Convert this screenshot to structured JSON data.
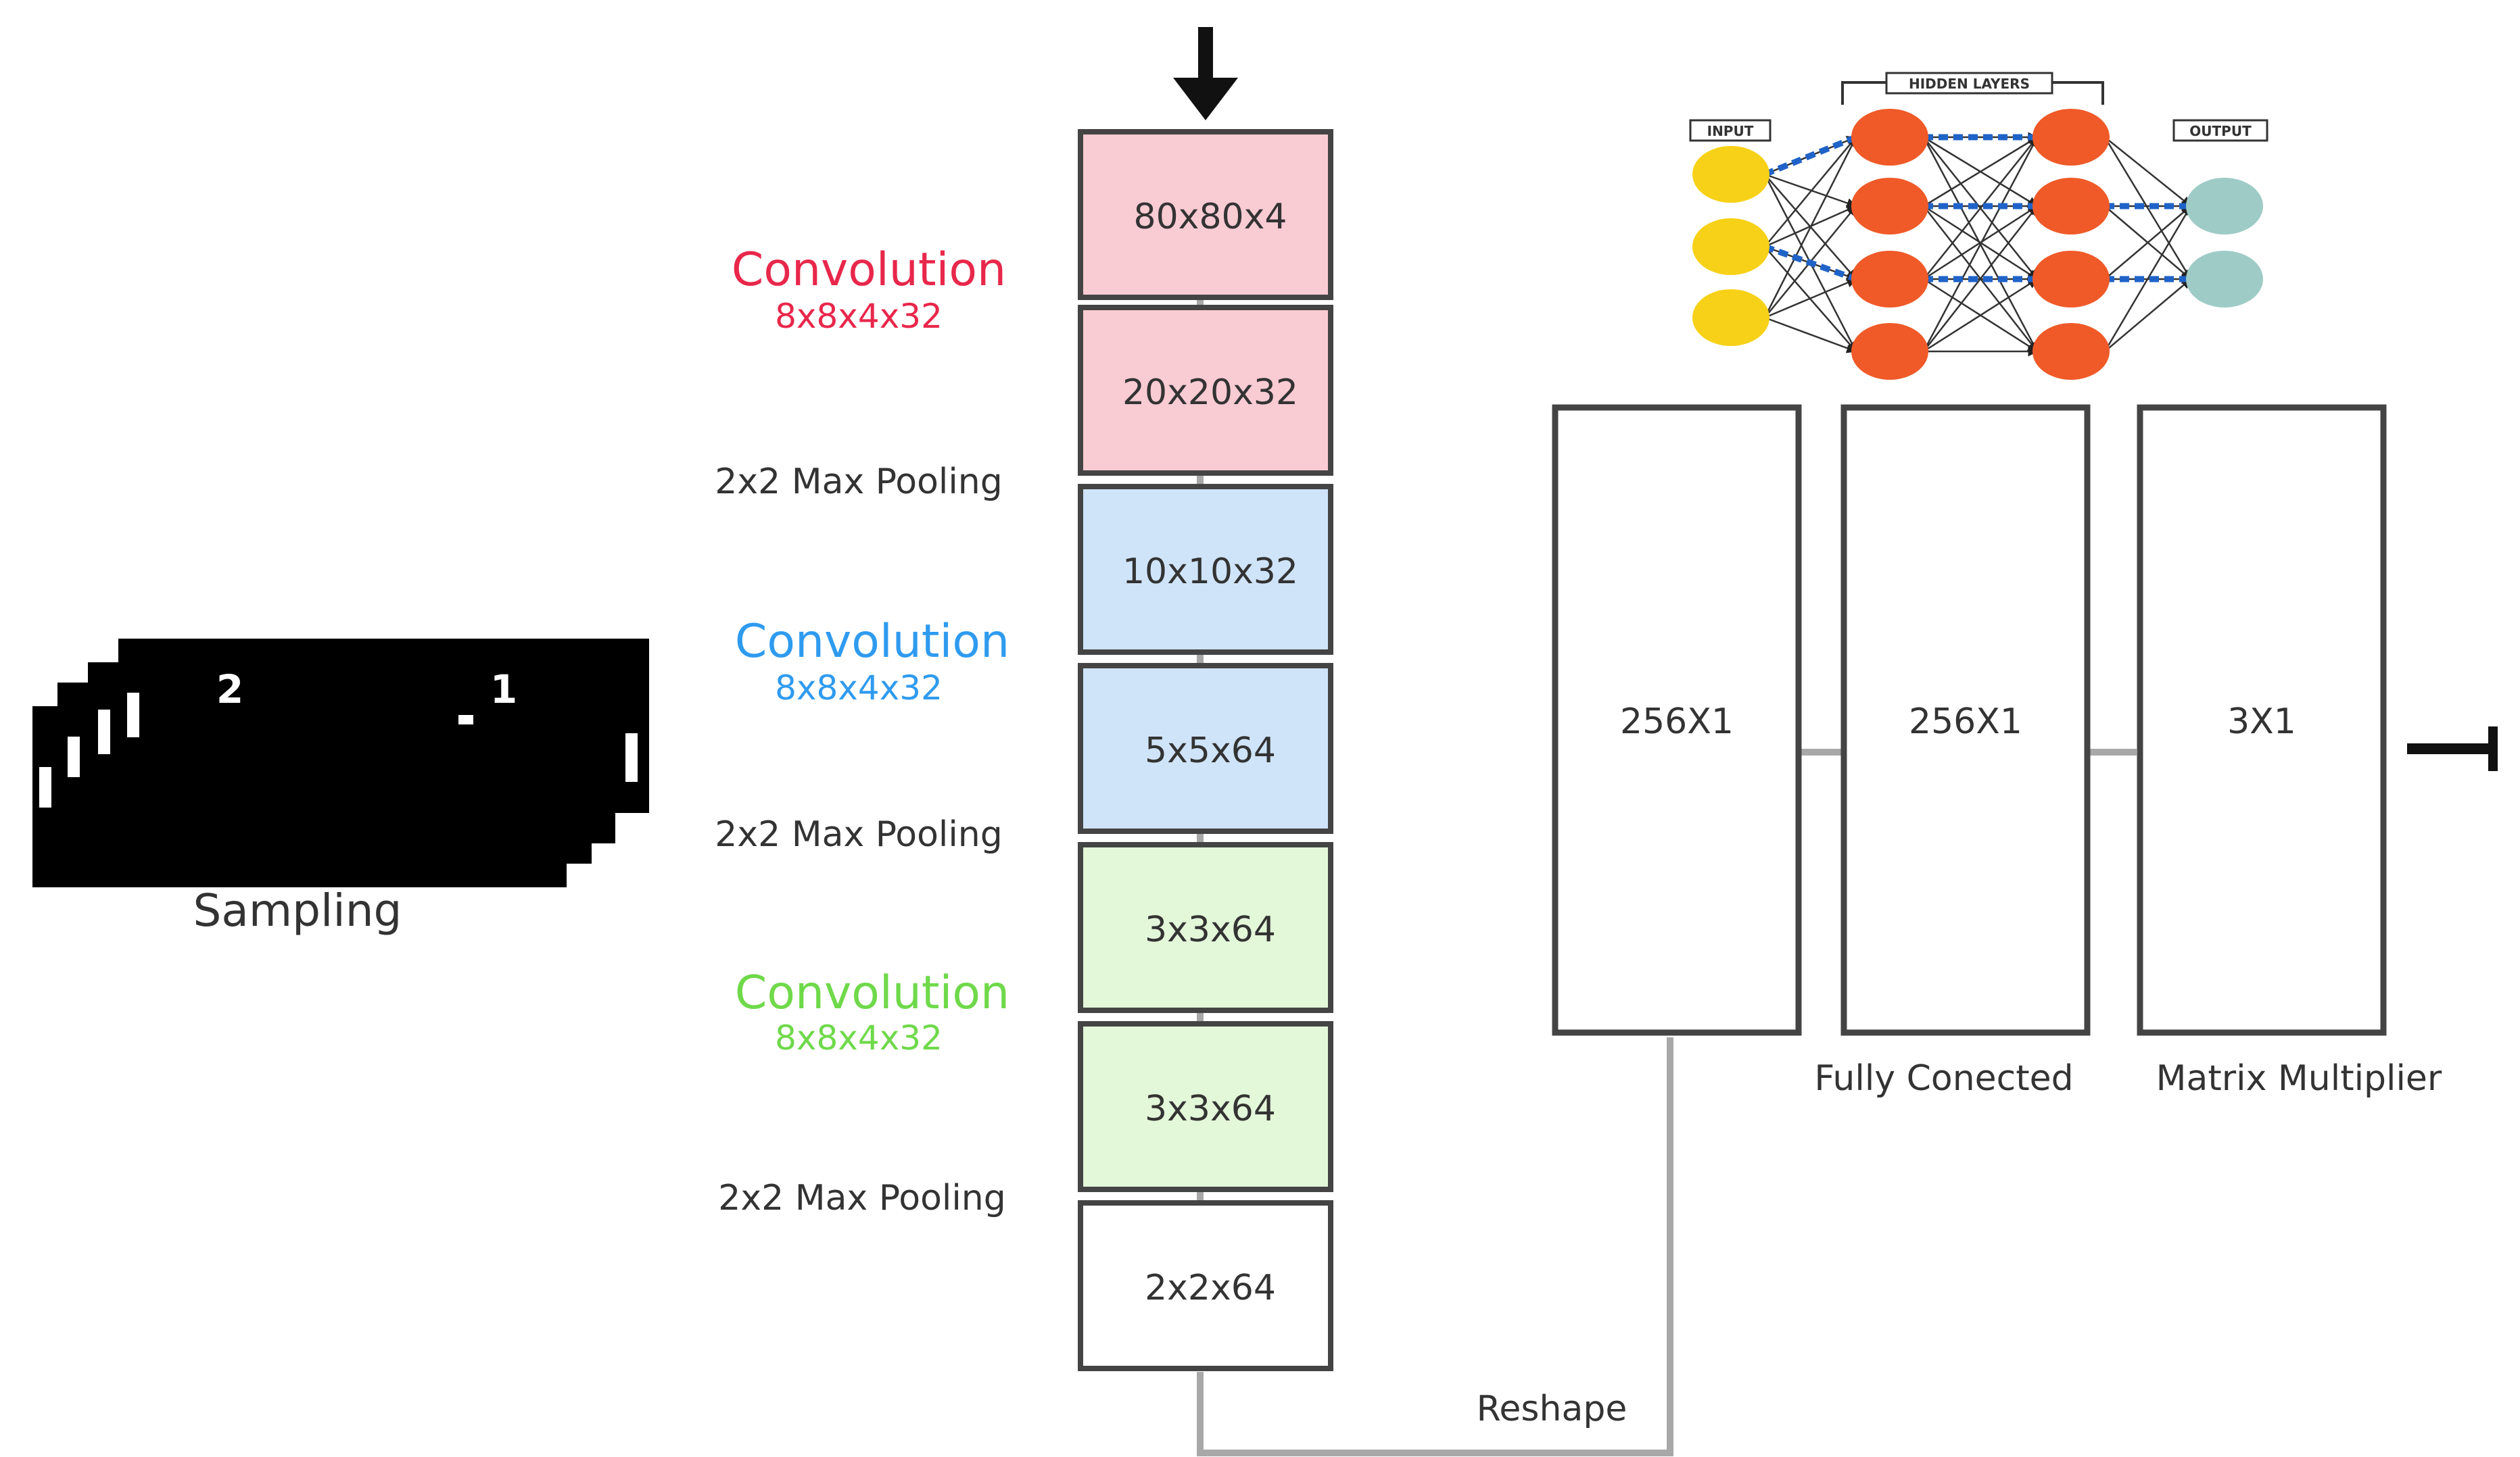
{
  "sampling": {
    "label": "Sampling",
    "score_left": "2",
    "score_right": "1"
  },
  "stack": {
    "layers": [
      {
        "text": "80x80x4",
        "fill": "#f9cbd3"
      },
      {
        "text": "20x20x32",
        "fill": "#f9cbd3"
      },
      {
        "text": "10x10x32",
        "fill": "#cfe4f9"
      },
      {
        "text": "5x5x64",
        "fill": "#cfe4f9"
      },
      {
        "text": "3x3x64",
        "fill": "#e3f7d9"
      },
      {
        "text": "3x3x64",
        "fill": "#e3f7d9"
      },
      {
        "text": "2x2x64",
        "fill": "#ffffff"
      }
    ]
  },
  "annotations": {
    "conv1_title": "Convolution",
    "conv1_sub": "8x8x4x32",
    "conv1_color": "#e8274b",
    "conv2_title": "Convolution",
    "conv2_sub": "8x8x4x32",
    "conv2_color": "#2f9bef",
    "conv3_title": "Convolution",
    "conv3_sub": "8x8x4x32",
    "conv3_color": "#6fd94a",
    "pool1": "2x2 Max Pooling",
    "pool2": "2x2 Max Pooling",
    "pool3": "2x2 Max Pooling"
  },
  "reshape_label": "Reshape",
  "fc": {
    "boxes": [
      {
        "text": "256X1"
      },
      {
        "text": "256X1"
      },
      {
        "text": "3X1"
      }
    ],
    "fully_connected_label": "Fully Conected",
    "matrix_label": "Matrix Multiplier"
  },
  "nn_icon": {
    "input_label": "INPUT",
    "hidden_label": "HIDDEN LAYERS",
    "output_label": "OUTPUT",
    "input_color": "#f7d117",
    "hidden_color": "#ef5a28",
    "output_color": "#9ecbc6"
  }
}
